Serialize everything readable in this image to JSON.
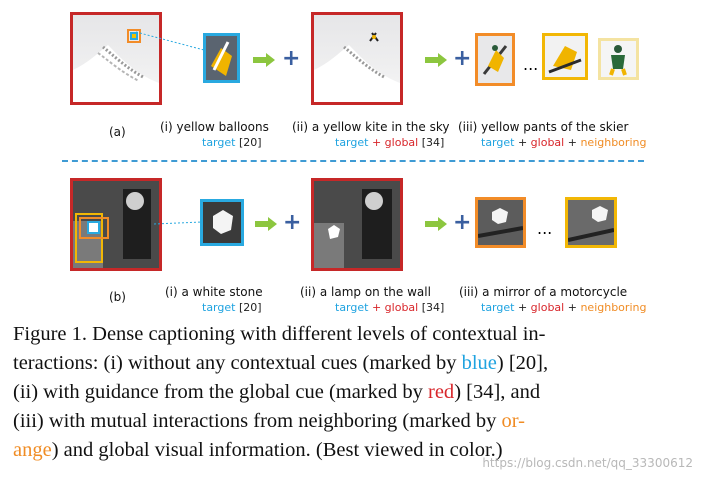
{
  "row_a": {
    "tag": "(a)",
    "labels": {
      "i": "(i) yellow balloons",
      "ii": "(ii) a yellow kite in the sky",
      "iii": "(iii)  yellow pants of the skier"
    },
    "subs": {
      "i_target": "target",
      "i_ref": "[20]",
      "ii_target": "target",
      "ii_plus": "+",
      "ii_global": "global",
      "ii_ref": "[34]",
      "iii_target": "target",
      "iii_plus1": "+",
      "iii_global": "global",
      "iii_plus2": "+",
      "iii_neighboring": "neighboring"
    }
  },
  "row_b": {
    "tag": "(b)",
    "labels": {
      "i": "(i)  a white stone",
      "ii": "(ii)  a lamp on the wall",
      "iii": "(iii)  a mirror of a motorcycle"
    },
    "subs": {
      "i_target": "target",
      "i_ref": "[20]",
      "ii_target": "target",
      "ii_plus": "+",
      "ii_global": "global",
      "ii_ref": "[34]",
      "iii_target": "target",
      "iii_plus1": "+",
      "iii_global": "global",
      "iii_plus2": "+",
      "iii_neighboring": "neighboring"
    }
  },
  "symbols": {
    "plus": "+",
    "ellipsis": "..."
  },
  "caption": {
    "line1": "Figure 1.  Dense captioning with different levels of contextual in-",
    "line2_a": "teractions: (i) without any contextual cues (marked by ",
    "line2_blue": "blue",
    "line2_b": ") [20],",
    "line3_a": "(ii) with guidance from the global cue (marked by ",
    "line3_red": "red",
    "line3_b": ") [34], and",
    "line4_a": "(iii) with mutual interactions from neighboring (marked by ",
    "line4_orange": "or-",
    "line5_orange": "ange",
    "line5_b": ") and global visual information.  (Best viewed in color.)"
  },
  "watermark": "https://blog.csdn.net/qq_33300612",
  "colors": {
    "target": "#1fa3e0",
    "global": "#d8262b",
    "neighboring": "#f08c24",
    "panel_border": "#c62828",
    "arrow": "#8cc63f",
    "plus": "#3a5fa0"
  }
}
